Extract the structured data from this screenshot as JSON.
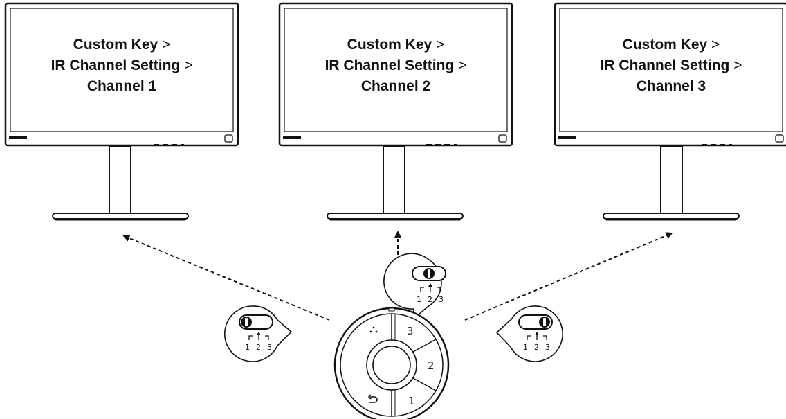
{
  "monitors": [
    {
      "line1": "Custom Key",
      "line2": "IR Channel Setting",
      "line3": "Channel 1",
      "separator": ">"
    },
    {
      "line1": "Custom Key",
      "line2": "IR Channel Setting",
      "line3": "Channel 2",
      "separator": ">"
    },
    {
      "line1": "Custom Key",
      "line2": "IR Channel Setting",
      "line3": "Channel 3",
      "separator": ">"
    }
  ],
  "switch_labels": [
    "1",
    "2",
    "3"
  ],
  "dial_labels": {
    "top": "3",
    "right": "2",
    "bottom": "1"
  },
  "icons": [
    "channel-switch-icon",
    "back-arrow-icon",
    "dots-icon",
    "arrow-icon"
  ]
}
